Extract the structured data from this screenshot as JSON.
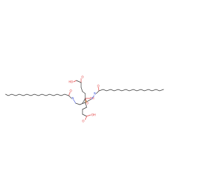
{
  "labels": {
    "acetate_o1": "O",
    "acetate_oh": "OH",
    "ho_upper": "HO",
    "o_upper": "O",
    "n_right": "N",
    "n_left": "N",
    "p_center": "P",
    "o_amide_right": "O",
    "o_amide_left": "O",
    "o_lower": "O",
    "oh_lower": "OH"
  },
  "colors": {
    "bond": "#2b2b2b",
    "oxygen": "#e23b3b",
    "nitrogen": "#3a4fd6",
    "phosphorus": "#d08a1a"
  }
}
